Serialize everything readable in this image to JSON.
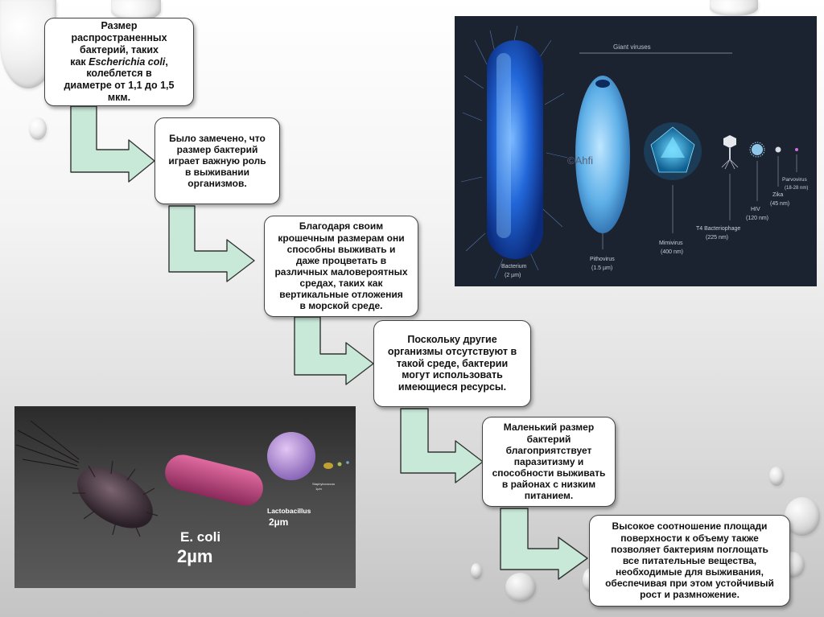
{
  "flow": {
    "box1": {
      "line1": "Размер",
      "line2": "распространенных",
      "line3": "бактерий, таких",
      "line4_prefix": "как ",
      "line4_italic": "Escherichia coli",
      "line4_suffix": ",",
      "line5": "колеблется в",
      "line6": "диаметре от 1,1 до 1,5",
      "line7": "мкм."
    },
    "box2": {
      "lines": [
        "Было замечено, что",
        "размер бактерий",
        "играет важную роль",
        "в выживании",
        "организмов."
      ]
    },
    "box3": {
      "lines": [
        "Благодаря своим",
        "крошечным размерам они",
        "способны выживать и",
        "даже процветать в",
        "различных маловероятных",
        "средах, таких как",
        "вертикальные отложения",
        "в морской среде."
      ]
    },
    "box4": {
      "lines": [
        "Поскольку другие",
        "организмы отсутствуют в",
        "такой среде, бактерии",
        "могут использовать",
        "имеющиеся ресурсы."
      ]
    },
    "box5": {
      "lines": [
        "Маленький размер",
        "бактерий",
        "благоприятствует",
        "паразитизму и",
        "способности выживать",
        "в районах с низким",
        "питанием."
      ]
    },
    "box6": {
      "lines": [
        "Высокое соотношение площади",
        "поверхности к объему также",
        "позволяет бактериям поглощать",
        "все питательные вещества,",
        "необходимые для выживания,",
        "обеспечивая при этом устойчивый",
        "рост и размножение."
      ]
    }
  },
  "virus_image": {
    "header": "Giant viruses",
    "watermark": "©Ahfi",
    "bacterium": {
      "name": "Bacterium",
      "size": "(2 µm)"
    },
    "pithovirus": {
      "name": "Pithovirus",
      "size": "(1.5 µm)"
    },
    "mimivirus": {
      "name": "Mimivirus",
      "size": "(400 nm)"
    },
    "t4": {
      "name": "T4 Bacteriophage",
      "size": "(225 nm)"
    },
    "hiv": {
      "name": "HIV",
      "size": "(120 nm)"
    },
    "zika": {
      "name": "Zika",
      "size": "(45 nm)"
    },
    "parvo": {
      "name": "Parvovirus",
      "size": "(18-28 nm)"
    }
  },
  "bacteria_image": {
    "ecoli_label": "E. coli",
    "ecoli_size": "2µm",
    "lacto_label": "Lactobacillus",
    "lacto_size": "2µm",
    "staph_label": "Staphylococcus",
    "staph_size": "1µm"
  },
  "colors": {
    "arrow_fill": "#c8e8d8",
    "arrow_stroke": "#333333",
    "virus_bg": "#1b2230",
    "photo_bg": "#3a3a3a"
  }
}
